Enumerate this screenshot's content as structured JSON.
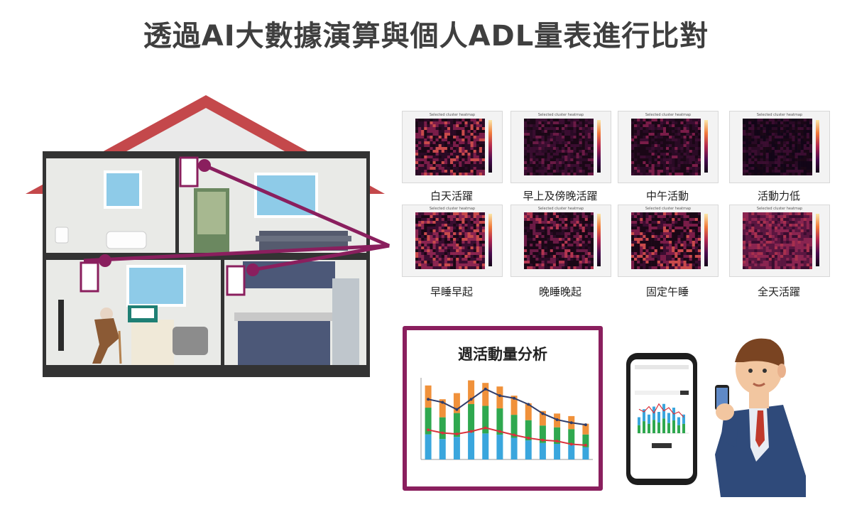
{
  "title": "透過AI大數據演算與個人ADL量表進行比對",
  "heatmap_caption": "Selected cluster heatmap",
  "heatmaps": [
    {
      "label": "白天活躍",
      "colors": [
        "#2a0a25",
        "#7a1c48",
        "#c94a4b",
        "#1a0716"
      ]
    },
    {
      "label": "早上及傍晚活躍",
      "colors": [
        "#1a0716",
        "#3a0d30",
        "#6a1a45",
        "#2a0a25"
      ]
    },
    {
      "label": "中午活動",
      "colors": [
        "#1a0716",
        "#2a0a25",
        "#7a1c48",
        "#3a0d30"
      ]
    },
    {
      "label": "活動力低",
      "colors": [
        "#120517",
        "#1a0716",
        "#2a0a25",
        "#3a0d30"
      ]
    },
    {
      "label": "早睡早起",
      "colors": [
        "#3a0d30",
        "#8a2450",
        "#c94a4b",
        "#1a0716"
      ]
    },
    {
      "label": "晚睡晚起",
      "colors": [
        "#1a0716",
        "#6a1a45",
        "#b1354f",
        "#2a0a25"
      ]
    },
    {
      "label": "固定午睡",
      "colors": [
        "#1a0716",
        "#7a1c48",
        "#c94a4b",
        "#3a0d30"
      ]
    },
    {
      "label": "全天活躍",
      "colors": [
        "#5a1640",
        "#8a2450",
        "#a8304e",
        "#3a0d30"
      ]
    }
  ],
  "chart_title": "週活動量分析",
  "chart_data": {
    "type": "bar",
    "stacked": true,
    "title": "週活動量分析",
    "series_colors": [
      "#3aa6dd",
      "#2fa84f",
      "#f0913a"
    ],
    "line_colors": [
      "#2f3d6b",
      "#d9323c"
    ],
    "bar_totals": [
      145,
      118,
      130,
      155,
      150,
      143,
      125,
      110,
      95,
      90,
      85,
      70
    ],
    "line_dark": [
      118,
      112,
      98,
      118,
      138,
      125,
      120,
      108,
      90,
      78,
      72,
      68
    ],
    "line_red": [
      58,
      52,
      50,
      55,
      62,
      55,
      48,
      42,
      38,
      36,
      30,
      28
    ]
  },
  "phone_chart": {
    "bars": [
      30,
      45,
      35,
      50,
      40,
      55,
      38,
      48,
      30,
      35
    ],
    "line": [
      45,
      40,
      50,
      38,
      55,
      42,
      48,
      36,
      40,
      30
    ]
  }
}
